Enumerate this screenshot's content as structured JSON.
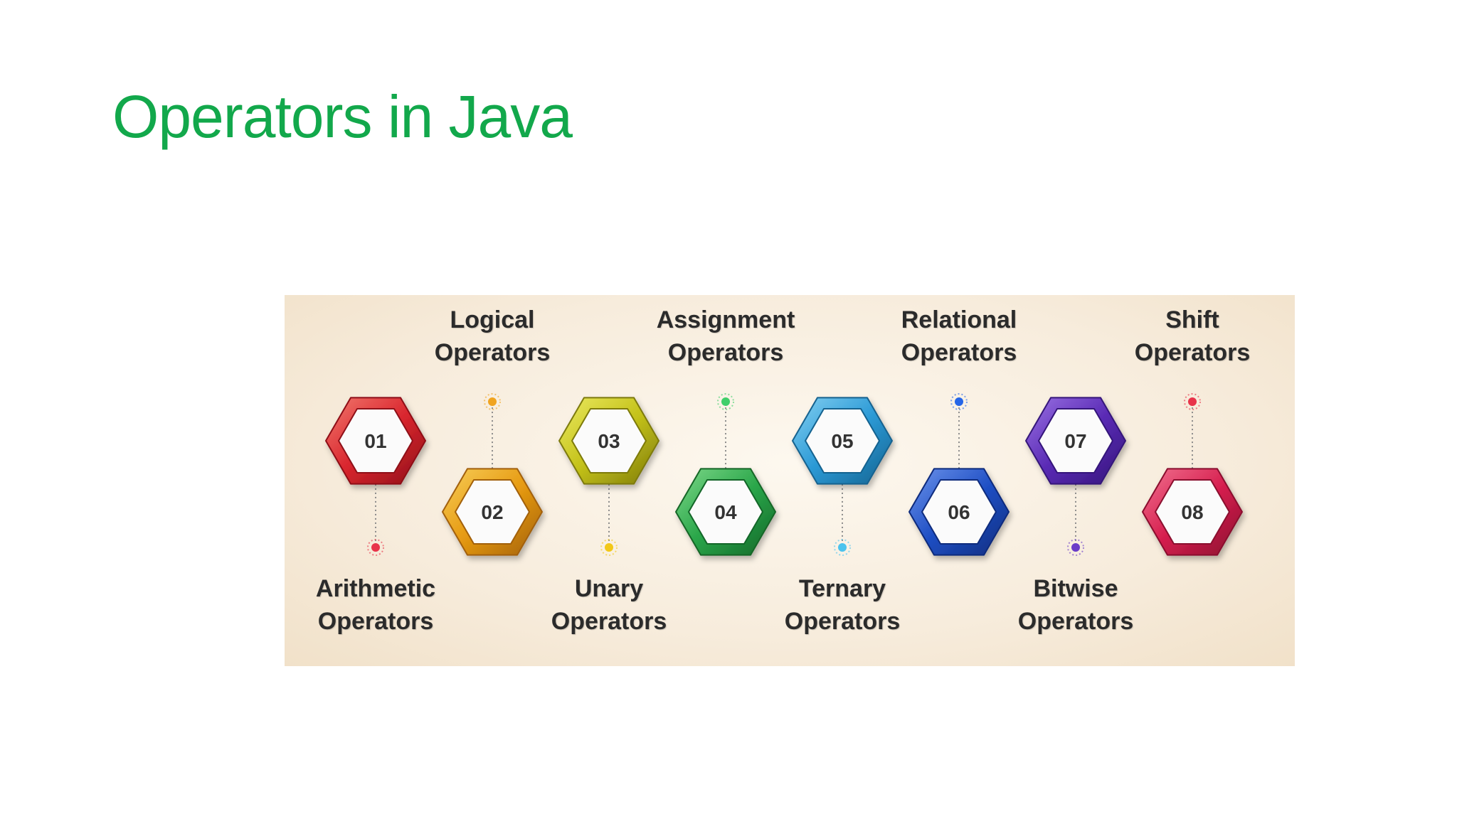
{
  "title": "Operators in Java",
  "colors": {
    "title": "#12a84b",
    "background": "#ffffff"
  },
  "operators": [
    {
      "num": "01",
      "line1": "Arithmetic",
      "line2": "Operators",
      "color": "#d9262e",
      "light": "#f27a6f",
      "dark": "#8e1018",
      "dot": "#e8334a"
    },
    {
      "num": "02",
      "line1": "Logical",
      "line2": "Operators",
      "color": "#e69a12",
      "light": "#f8cf5a",
      "dark": "#a2600a",
      "dot": "#f0a420"
    },
    {
      "num": "03",
      "line1": "Unary",
      "line2": "Operators",
      "color": "#c4c21a",
      "light": "#ecea62",
      "dark": "#7d7a0a",
      "dot": "#f2c818"
    },
    {
      "num": "04",
      "line1": "Assignment",
      "line2": "Operators",
      "color": "#2aa64a",
      "light": "#7fd98a",
      "dark": "#136628",
      "dot": "#3fcf6a"
    },
    {
      "num": "05",
      "line1": "Ternary",
      "line2": "Operators",
      "color": "#2c9ad6",
      "light": "#86d1f2",
      "dark": "#14628f",
      "dot": "#4cc3ee"
    },
    {
      "num": "06",
      "line1": "Relational",
      "line2": "Operators",
      "color": "#1f4fc4",
      "light": "#6f95ec",
      "dark": "#0f2c7d",
      "dot": "#2566e8"
    },
    {
      "num": "07",
      "line1": "Bitwise",
      "line2": "Operators",
      "color": "#5a2bb5",
      "light": "#9b73e4",
      "dark": "#34157a",
      "dot": "#6a3cc8"
    },
    {
      "num": "08",
      "line1": "Shift",
      "line2": "Operators",
      "color": "#d61f4f",
      "light": "#f27491",
      "dark": "#8a0f2e",
      "dot": "#e8334a"
    }
  ]
}
